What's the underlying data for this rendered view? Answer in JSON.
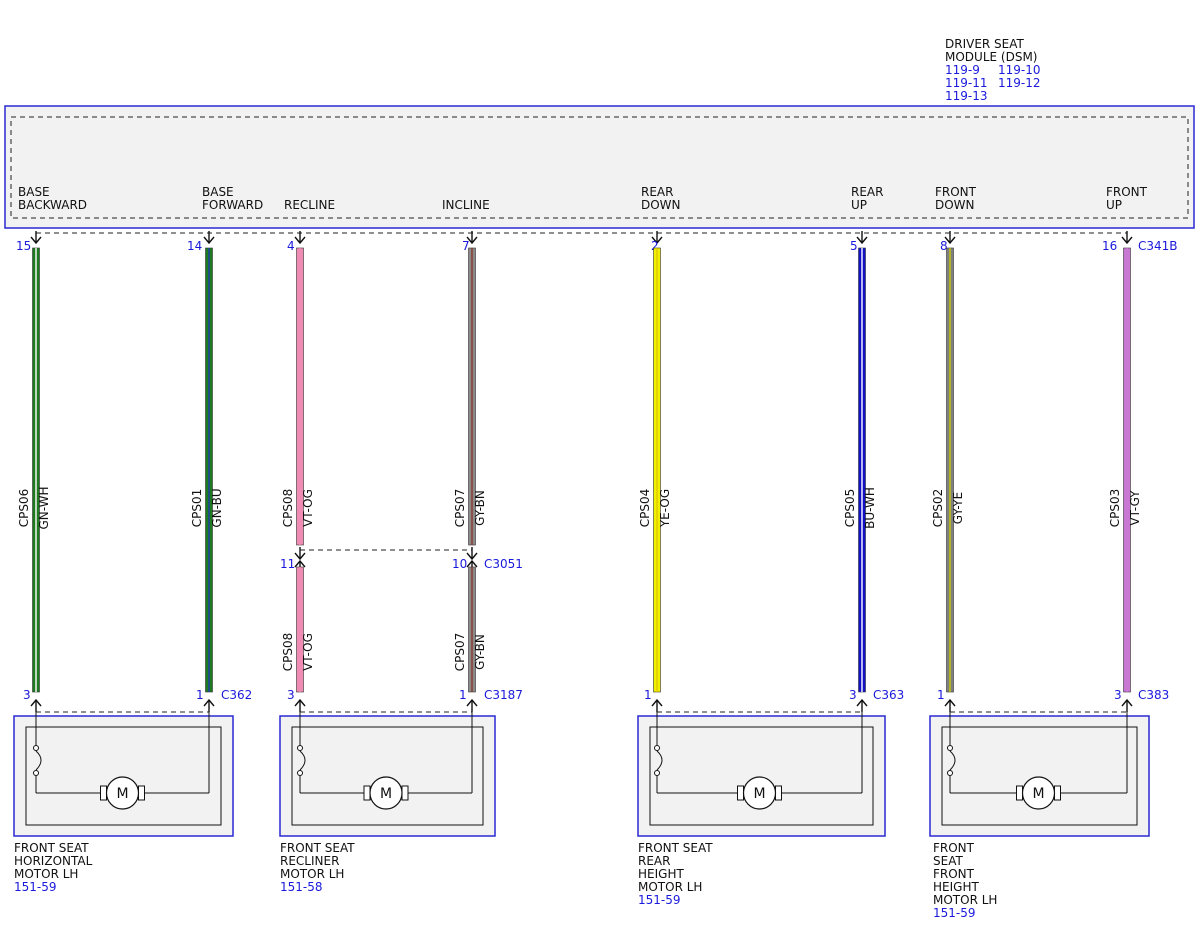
{
  "module": {
    "name_lines": [
      "DRIVER SEAT",
      "MODULE (DSM)"
    ],
    "ref_rows": [
      [
        "119-9",
        "119-10"
      ],
      [
        "119-11",
        "119-12"
      ],
      [
        "119-13",
        ""
      ]
    ]
  },
  "module_connector": "C341B",
  "circuits": [
    {
      "func_lines": [
        "BASE",
        "BACKWARD"
      ],
      "pin": "15",
      "circuit": "CPS06",
      "color_code": "GN-WH",
      "colors": [
        "#1e7a1e",
        "#ffffff"
      ],
      "motor_pin": "3"
    },
    {
      "func_lines": [
        "BASE",
        "FORWARD"
      ],
      "pin": "14",
      "circuit": "CPS01",
      "color_code": "GN-BU",
      "colors": [
        "#1e7a1e",
        "#1f3fb0"
      ],
      "motor_pin": "1"
    },
    {
      "func_lines": [
        "RECLINE"
      ],
      "pin": "4",
      "circuit": "CPS08",
      "color_code": "VT-OG",
      "colors": [
        "#f08cb4",
        "#f08cb4"
      ],
      "mid_pin": "11",
      "lower_circuit": "CPS08",
      "lower_color_code": "VT-OG",
      "motor_pin": "3"
    },
    {
      "func_lines": [
        "INCLINE"
      ],
      "pin": "7",
      "circuit": "CPS07",
      "color_code": "GY-BN",
      "colors": [
        "#8a8a8a",
        "#8b3a2a"
      ],
      "mid_pin": "10",
      "lower_circuit": "CPS07",
      "lower_color_code": "GY-BN",
      "motor_pin": "1"
    },
    {
      "func_lines": [
        "REAR",
        "DOWN"
      ],
      "pin": "2",
      "circuit": "CPS04",
      "color_code": "YE-OG",
      "colors": [
        "#f0f000",
        "#e0c800"
      ],
      "motor_pin": "1"
    },
    {
      "func_lines": [
        "REAR",
        "UP"
      ],
      "pin": "5",
      "circuit": "CPS05",
      "color_code": "BU-WH",
      "colors": [
        "#1010c8",
        "#ffffff"
      ],
      "motor_pin": "3"
    },
    {
      "func_lines": [
        "FRONT",
        "DOWN"
      ],
      "pin": "8",
      "circuit": "CPS02",
      "color_code": "GY-YE",
      "colors": [
        "#808080",
        "#c8c800"
      ],
      "motor_pin": "1"
    },
    {
      "func_lines": [
        "FRONT",
        "UP"
      ],
      "pin": "16",
      "circuit": "CPS03",
      "color_code": "VT-GY",
      "colors": [
        "#c878d2",
        "#c878d2"
      ],
      "motor_pin": "3"
    }
  ],
  "inline_connector": "C3051",
  "motors": [
    {
      "connector": "C362",
      "name_lines": [
        "FRONT SEAT",
        "HORIZONTAL",
        "MOTOR LH"
      ],
      "ref": "151-59",
      "symbol": "M"
    },
    {
      "connector": "C3187",
      "name_lines": [
        "FRONT SEAT",
        "RECLINER",
        "MOTOR LH"
      ],
      "ref": "151-58",
      "symbol": "M"
    },
    {
      "connector": "C363",
      "name_lines": [
        "FRONT SEAT",
        "REAR",
        "HEIGHT",
        "MOTOR LH"
      ],
      "ref": "151-59",
      "symbol": "M"
    },
    {
      "connector": "C383",
      "name_lines": [
        "FRONT",
        "SEAT",
        "FRONT",
        "HEIGHT",
        "MOTOR LH"
      ],
      "ref": "151-59",
      "symbol": "M"
    }
  ]
}
